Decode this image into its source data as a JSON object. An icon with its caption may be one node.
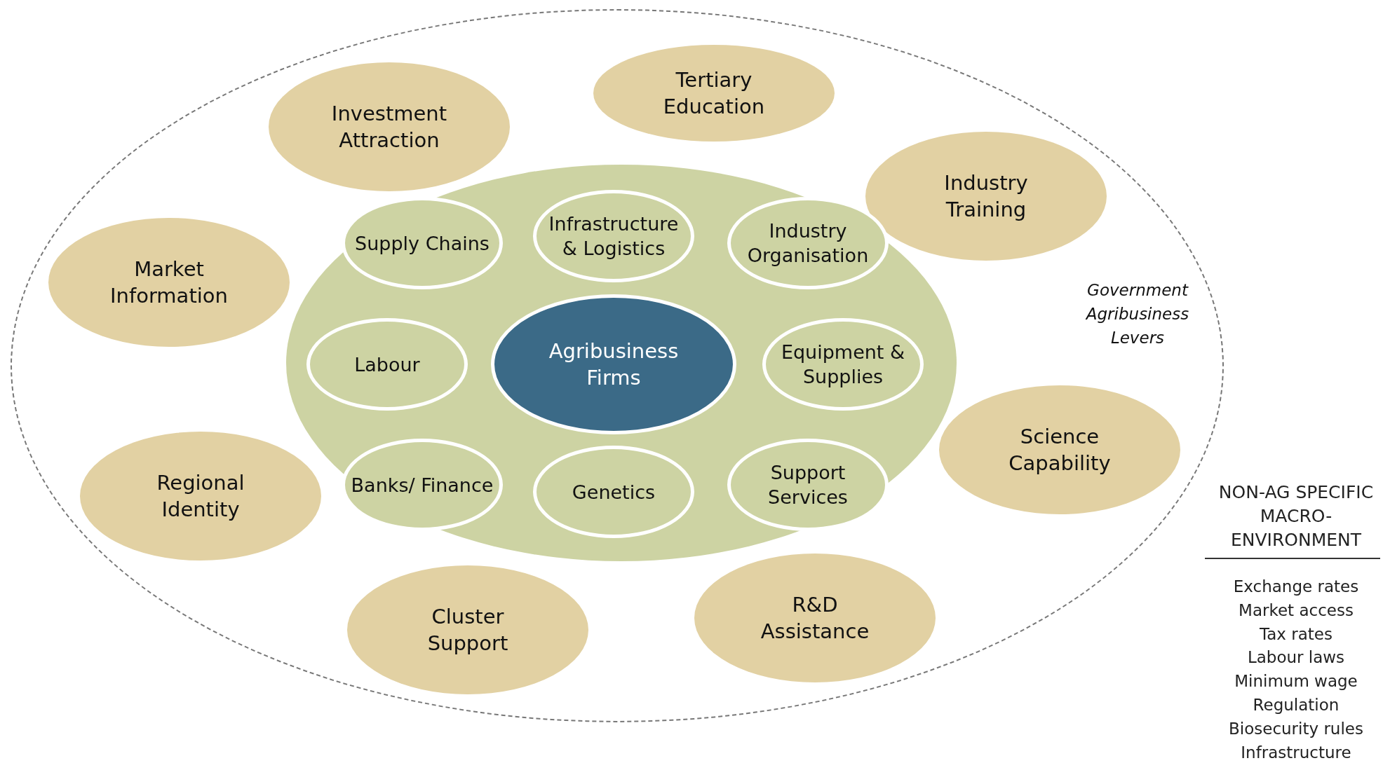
{
  "diagram": {
    "nodes": [
      {
        "text": [
          "Government Agribusiness Levers"
        ]
      },
      {
        "text": [
          "Tertiary Education"
        ],
        "in": 0
      },
      {
        "text": [
          "Investment Attraction"
        ],
        "in": 0
      },
      {
        "text": [
          "Industry Training"
        ],
        "in": 0
      },
      {
        "text": [],
        "shape": "ellipse",
        "in": 0
      },
      {
        "text": [
          "Infrastructure & Logistics"
        ],
        "in": 4
      },
      {
        "text": [
          "Supply Chains"
        ],
        "in": 4
      },
      {
        "text": [
          "Industry Organisation"
        ],
        "in": 4
      },
      {
        "text": [
          "Market Information"
        ],
        "in": 0
      },
      {
        "text": [
          "Labour"
        ],
        "in": 4
      },
      {
        "text": [
          "Agribusiness Firms"
        ],
        "in": 4
      },
      {
        "text": [
          "Equipment & Supplies"
        ],
        "in": 4
      },
      {
        "text": [
          "Science Capability"
        ],
        "in": 0
      },
      {
        "text": [
          "Support Services"
        ],
        "in": 4
      },
      {
        "text": [
          "Banks/ Finance"
        ],
        "in": 4
      },
      {
        "text": [
          "Regional Identity"
        ],
        "in": 0
      },
      {
        "text": [
          "Genetics"
        ],
        "in": 4
      },
      {
        "text": [
          "R&D Assistance"
        ],
        "in": 0
      },
      {
        "text": [
          "Cluster Support"
        ],
        "in": 0
      }
    ],
    "labels": [
      "NON-AG SPECIFIC MACRO-ENVIRONMENT",
      "Exchange rates",
      "Market access",
      "Tax rates",
      "Labour laws",
      "Minimum wage",
      "Regulation",
      "Biosecurity rules",
      "Infrastructure"
    ]
  }
}
